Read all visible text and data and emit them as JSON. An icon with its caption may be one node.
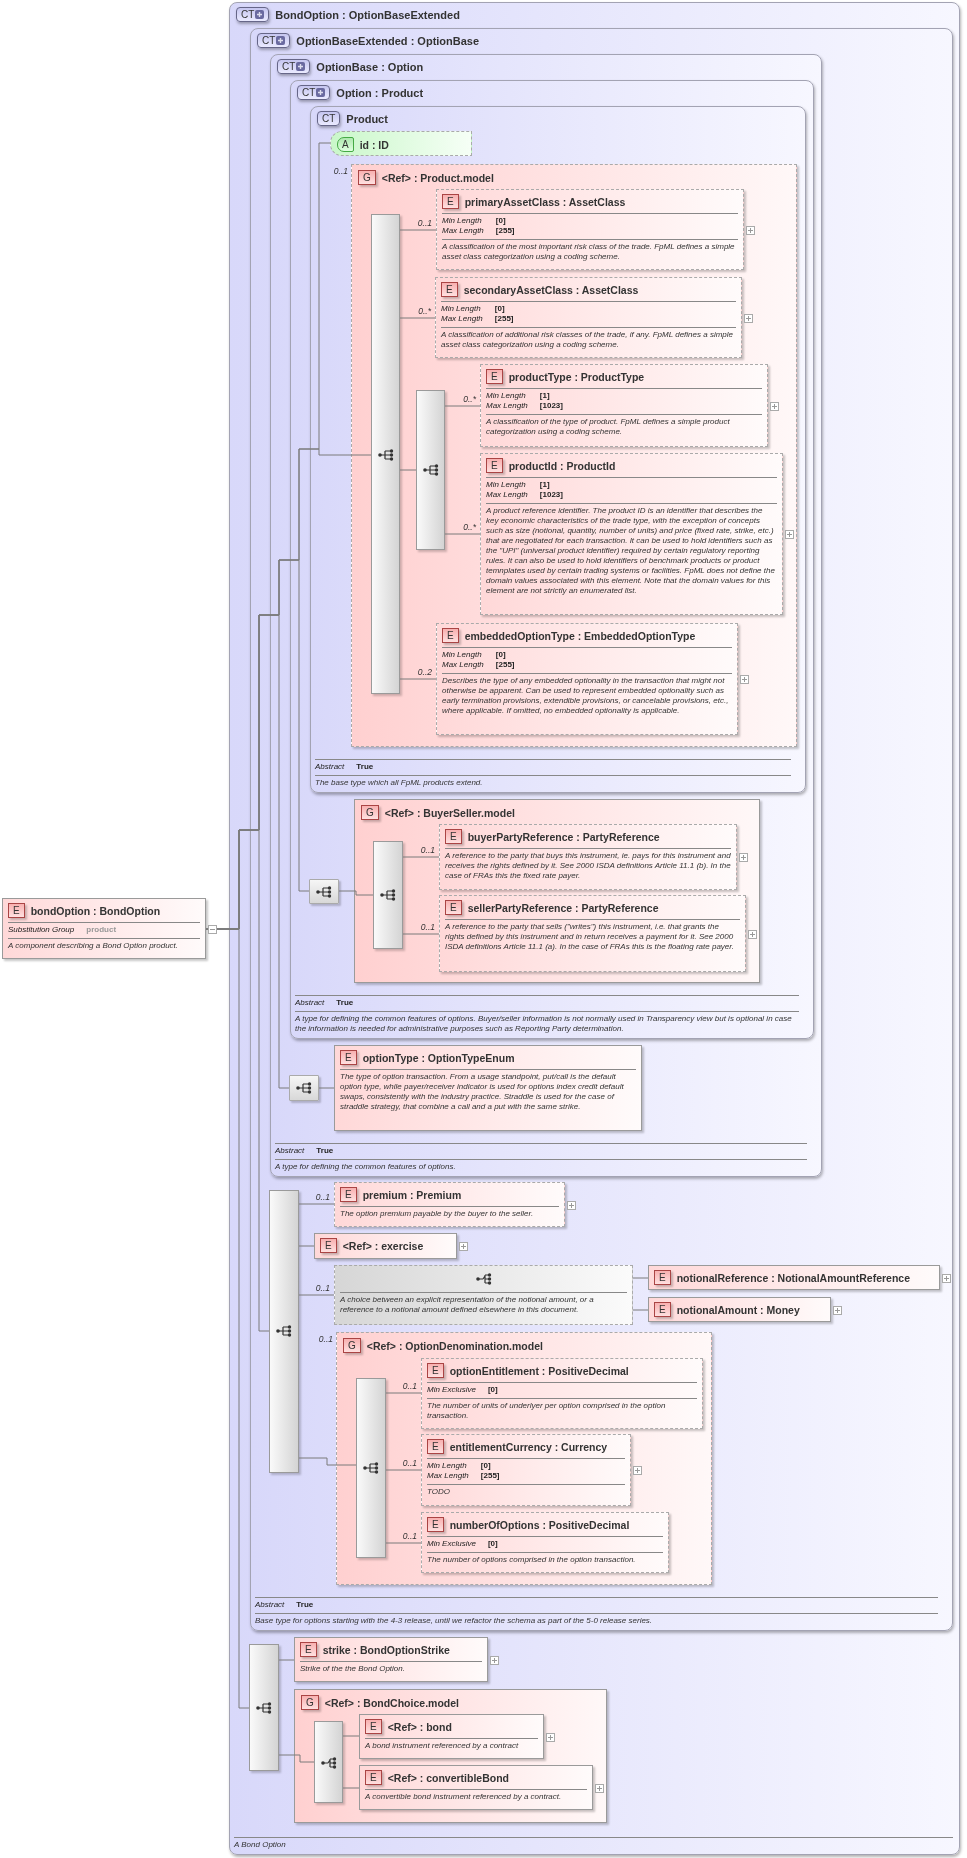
{
  "diagram": {
    "nodes": [
      {
        "text": [
          "E",
          "bondOption : BondOption",
          "Substitution Group",
          "product",
          "A component describing a Bond Option product."
        ]
      },
      {
        "text": [
          "CT",
          "BondOption : OptionBaseExtended",
          "A Bond Option"
        ]
      },
      {
        "in": 1,
        "text": [
          "CT",
          "OptionBaseExtended : OptionBase",
          "Abstract",
          "True",
          "Base type for options starting with the 4-3 release, until we refactor the schema as part of the 5-0 release series."
        ]
      },
      {
        "in": 2,
        "text": [
          "CT",
          "OptionBase : Option",
          "Abstract",
          "True",
          "A type for defining the common features of options."
        ]
      },
      {
        "in": 3,
        "text": [
          "CT",
          "Option : Product",
          "Abstract",
          "True",
          "A type for defining the common features of options. Buyer/seller information is not normally used in Transparency view but is optional in case the information is needed for administrative purposes such as Reporting Party determination."
        ]
      },
      {
        "in": 4,
        "text": [
          "CT",
          "Product",
          "Abstract",
          "True",
          "The base type which all FpML products extend."
        ]
      },
      {
        "in": 5,
        "text": [
          "A",
          "id : ID"
        ]
      },
      {
        "in": 5,
        "beside": [
          "0..1"
        ],
        "text": [
          "G",
          "<Ref> : Product.model"
        ]
      },
      {
        "shape": "bar",
        "in": 7,
        "text": []
      },
      {
        "in": 7,
        "text": [
          "E",
          "primaryAssetClass : AssetClass",
          "Min Length",
          "[0]",
          "Max Length",
          "[255]",
          "A classification of the most important risk class of the trade. FpML defines a simple asset class categorization using a coding scheme."
        ]
      },
      {
        "in": 7,
        "text": [
          "E",
          "secondaryAssetClass : AssetClass",
          "Min Length",
          "[0]",
          "Max Length",
          "[255]",
          "A classification of additional risk classes of the trade, if any. FpML defines a simple asset class categorization using a coding scheme."
        ]
      },
      {
        "shape": "bar",
        "in": 7,
        "text": []
      },
      {
        "in": 7,
        "text": [
          "E",
          "productType : ProductType",
          "Min Length",
          "[1]",
          "Max Length",
          "[1023]",
          "A classification of the type of product. FpML defines a simple product categorization using a coding scheme."
        ]
      },
      {
        "in": 7,
        "text": [
          "E",
          "productId : ProductId",
          "Min Length",
          "[1]",
          "Max Length",
          "[1023]",
          "A product reference identifier. The product ID is an identifier that describes the key economic characteristics of the trade type, with the exception of concepts such as size (notional, quantity, number of units) and price (fixed rate, strike, etc.) that are negotiated for each transaction. It can be used to hold identifiers such as the \"UPI\" (universal product identifier) required by certain regulatory reporting rules. It can also be used to hold identifiers of benchmark products or product temnplates used by certain trading systems or facilities. FpML does not define the domain values associated with this element. Note that the domain values for this element are not strictly an enumerated list."
        ]
      },
      {
        "in": 7,
        "text": [
          "E",
          "embeddedOptionType : EmbeddedOptionType",
          "Min Length",
          "[0]",
          "Max Length",
          "[255]",
          "Describes the type of any embedded optionality in the transaction that might not otherwise be apparent. Can be used to represent embedded optionality such as early termination provisions, extendible provisions, or cancelable provisions, etc., where applicable. If omitted, no embedded optionality is applicable."
        ]
      },
      {
        "shape": "box",
        "in": 4,
        "text": []
      },
      {
        "in": 4,
        "text": [
          "G",
          "<Ref> : BuyerSeller.model"
        ]
      },
      {
        "shape": "bar",
        "in": 16,
        "text": []
      },
      {
        "in": 16,
        "text": [
          "E",
          "buyerPartyReference : PartyReference",
          "A reference to the party that buys this instrument, ie. pays for this instrument and receives the rights defined by it. See 2000 ISDA definitions Article 11.1 (b). In the case of FRAs this the fixed rate payer."
        ]
      },
      {
        "in": 16,
        "text": [
          "E",
          "sellerPartyReference : PartyReference",
          "A reference to the party that sells (\"writes\") this instrument, i.e. that grants the rights defined by this instrument and in return receives a payment for it. See 2000 ISDA definitions Article 11.1 (a). In the case of FRAs this is the floating rate payer."
        ]
      },
      {
        "shape": "box",
        "in": 3,
        "text": []
      },
      {
        "in": 3,
        "text": [
          "E",
          "optionType : OptionTypeEnum",
          "The type of option transaction. From a usage standpoint, put/call is the default option type, while payer/receiver indicator is used for options index credit default swaps, consistently with the industry practice. Straddle is used for the case of straddle strategy, that combine a call and a put with the same strike."
        ]
      },
      {
        "shape": "bar",
        "in": 2,
        "text": []
      },
      {
        "in": 2,
        "text": [
          "E",
          "premium : Premium",
          "The option premium payable by the buyer to the seller."
        ]
      },
      {
        "in": 2,
        "text": [
          "E",
          "<Ref> : exercise"
        ]
      },
      {
        "in": 2,
        "text": [
          "A choice between an explicit representation of the notional amount, or a reference to a notional amount defined elsewhere in this document."
        ]
      },
      {
        "in": 2,
        "text": [
          "E",
          "notionalReference : NotionalAmountReference"
        ]
      },
      {
        "in": 2,
        "text": [
          "E",
          "notionalAmount : Money"
        ]
      },
      {
        "in": 2,
        "beside": [
          "0..1"
        ],
        "text": [
          "G",
          "<Ref> : OptionDenomination.model"
        ]
      },
      {
        "shape": "bar",
        "in": 28,
        "text": []
      },
      {
        "in": 28,
        "text": [
          "E",
          "optionEntitlement : PositiveDecimal",
          "Min Exclusive",
          "[0]",
          "The number of units of underlyer per option comprised in the option transaction."
        ]
      },
      {
        "in": 28,
        "text": [
          "E",
          "entitlementCurrency : Currency",
          "Min Length",
          "[0]",
          "Max Length",
          "[255]",
          "TODO"
        ]
      },
      {
        "in": 28,
        "text": [
          "E",
          "numberOfOptions : PositiveDecimal",
          "Min Exclusive",
          "[0]",
          "The number of options comprised in the option transaction."
        ]
      },
      {
        "shape": "bar",
        "in": 1,
        "text": []
      },
      {
        "in": 1,
        "text": [
          "E",
          "strike : BondOptionStrike",
          "Strike of the the Bond Option."
        ]
      },
      {
        "in": 1,
        "text": [
          "G",
          "<Ref> : BondChoice.model"
        ]
      },
      {
        "shape": "bar",
        "in": 35,
        "text": []
      },
      {
        "in": 35,
        "text": [
          "E",
          "<Ref> : bond",
          "A bond instrument referenced by a contract"
        ]
      },
      {
        "in": 35,
        "text": [
          "E",
          "<Ref> : convertibleBond",
          "A convertible bond instrument referenced by a contract."
        ]
      }
    ],
    "edges": [
      {
        "from": 0,
        "to": 6,
        "arrow": "none"
      },
      {
        "from": 0,
        "to": 8,
        "arrow": "none"
      },
      {
        "from": 0,
        "to": 15,
        "arrow": "none"
      },
      {
        "from": 0,
        "to": 20,
        "arrow": "none"
      },
      {
        "from": 0,
        "to": 22,
        "arrow": "none"
      },
      {
        "from": 0,
        "to": 33,
        "arrow": "none"
      },
      {
        "from": 8,
        "to": 9,
        "arrow": "none",
        "label": "0..1"
      },
      {
        "from": 8,
        "to": 10,
        "arrow": "none",
        "label": "0..*"
      },
      {
        "from": 8,
        "to": 11,
        "arrow": "none"
      },
      {
        "from": 11,
        "to": 12,
        "arrow": "none",
        "label": "0..*"
      },
      {
        "from": 11,
        "to": 13,
        "arrow": "none",
        "label": "0..*"
      },
      {
        "from": 8,
        "to": 14,
        "arrow": "none",
        "label": "0..2"
      },
      {
        "from": 15,
        "to": 17,
        "arrow": "none"
      },
      {
        "from": 17,
        "to": 18,
        "arrow": "none",
        "label": "0..1"
      },
      {
        "from": 17,
        "to": 19,
        "arrow": "none",
        "label": "0..1"
      },
      {
        "from": 20,
        "to": 21,
        "arrow": "none"
      },
      {
        "from": 22,
        "to": 23,
        "arrow": "none",
        "label": "0..1"
      },
      {
        "from": 22,
        "to": 24,
        "arrow": "none"
      },
      {
        "from": 22,
        "to": 25,
        "arrow": "none",
        "label": "0..1"
      },
      {
        "from": 25,
        "to": 26,
        "arrow": "none"
      },
      {
        "from": 25,
        "to": 27,
        "arrow": "none"
      },
      {
        "from": 22,
        "to": 29,
        "arrow": "none"
      },
      {
        "from": 29,
        "to": 30,
        "arrow": "none",
        "label": "0..1"
      },
      {
        "from": 29,
        "to": 31,
        "arrow": "none",
        "label": "0..1"
      },
      {
        "from": 29,
        "to": 32,
        "arrow": "none",
        "label": "0..1"
      },
      {
        "from": 33,
        "to": 34,
        "arrow": "none"
      },
      {
        "from": 33,
        "to": 36,
        "arrow": "none"
      },
      {
        "from": 36,
        "to": 37,
        "arrow": "none"
      },
      {
        "from": 36,
        "to": 38,
        "arrow": "none"
      }
    ]
  }
}
